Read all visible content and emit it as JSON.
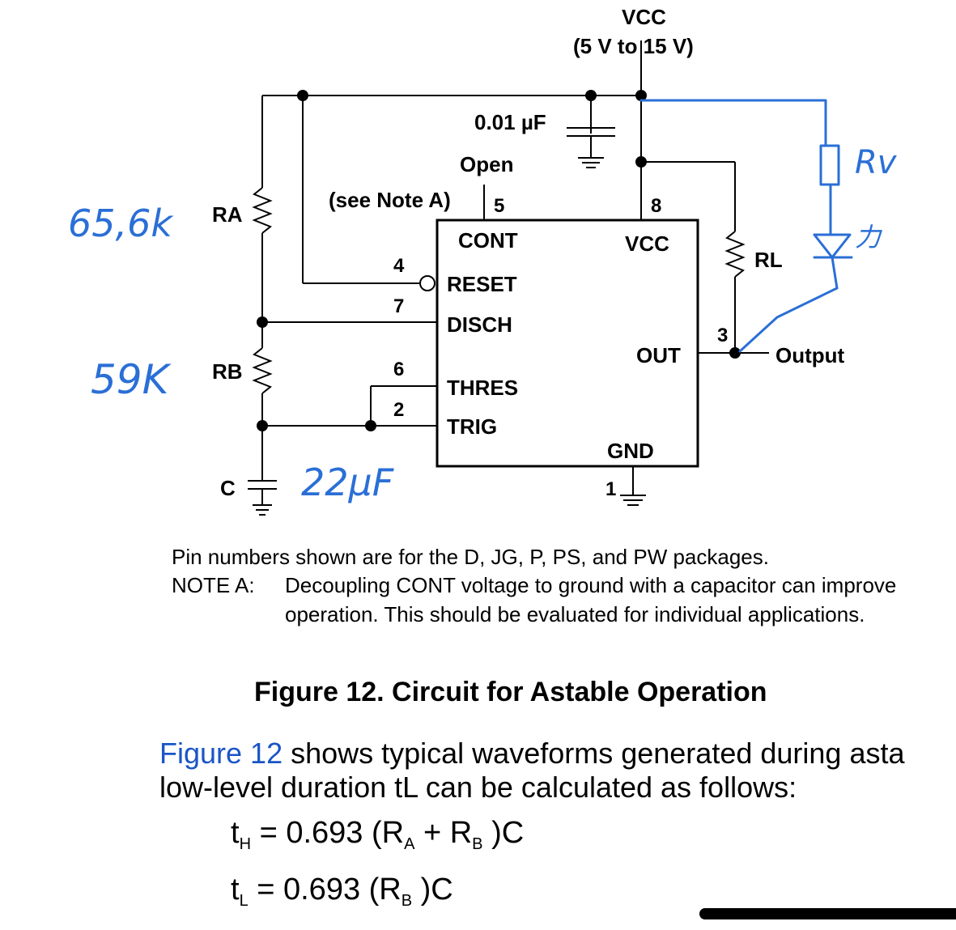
{
  "figure": {
    "vcc_label": "VCC",
    "vcc_range": "(5 V to 15 V)",
    "cap_label": "0.01 µF",
    "open_label": "Open",
    "note_ref": "(see Note A)",
    "ra_label": "RA",
    "rb_label": "RB",
    "rl_label": "RL",
    "c_label": "C",
    "output_label": "Output",
    "ic": {
      "pins": {
        "cont": "5",
        "vcc": "8",
        "reset": "4",
        "disch": "7",
        "thres": "6",
        "trig": "2",
        "out": "3",
        "gnd": "1"
      },
      "labels": {
        "cont": "CONT",
        "vcc": "VCC",
        "reset": "RESET",
        "disch": "DISCH",
        "out": "OUT",
        "thres": "THRES",
        "trig": "TRIG",
        "gnd": "GND"
      }
    }
  },
  "annotations": {
    "ra_value": "65,6k",
    "rb_value": "59K",
    "c_value": "22µF",
    "rv_label": "Rv",
    "led_scribble": "力",
    "color": "#2a6fd6"
  },
  "notes": {
    "pin_note": "Pin numbers shown are for the D, JG, P, PS, and PW packages.",
    "note_a_label": "NOTE A:",
    "note_a_text": "Decoupling CONT voltage to ground with a capacitor can improve operation. This should be evaluated for individual applications."
  },
  "caption": "Figure 12. Circuit for Astable Operation",
  "body": {
    "link": "Figure 12",
    "line1_rest": " shows typical waveforms generated during asta",
    "line2": "low-level duration tL can be calculated as follows:"
  },
  "equations": {
    "th": {
      "t": "t",
      "sub": "H",
      "expr_a": " = 0.693 (R",
      "sub_a": "A",
      "expr_b": " + R",
      "sub_b": "B",
      "expr_c": " )C"
    },
    "tl": {
      "t": "t",
      "sub": "L",
      "expr_a": " = 0.693 (R",
      "sub_a": "B",
      "expr_b": " )C"
    }
  }
}
